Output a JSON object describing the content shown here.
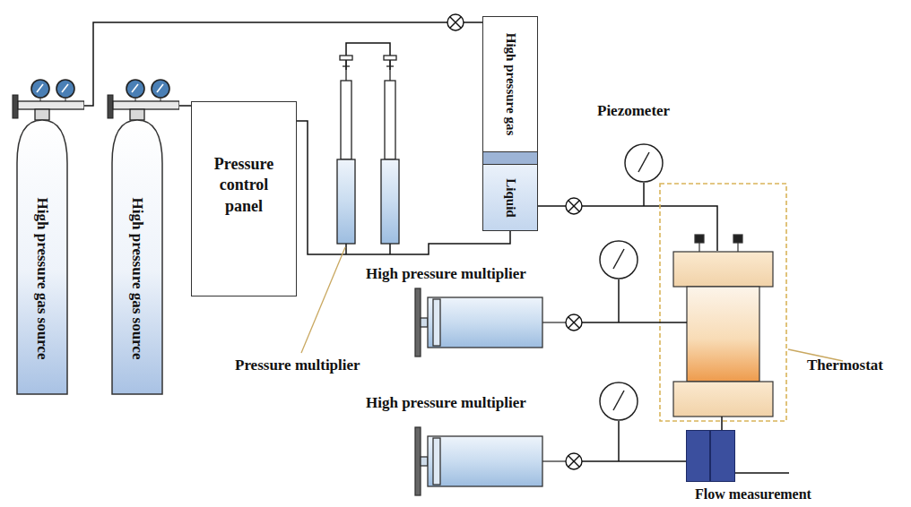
{
  "diagram": {
    "nodes": [
      {
        "text": [
          "High pressure gas source"
        ]
      },
      {
        "text": [
          "High pressure gas source"
        ]
      },
      {
        "text": [
          "Pressure control panel"
        ]
      },
      {
        "text": [
          "High pressure gas",
          "Liquid"
        ]
      },
      {
        "text": [
          "Flow measurement"
        ]
      }
    ],
    "edges": [
      {
        "from": 0,
        "to": 3,
        "arrow": "none"
      },
      {
        "from": 1,
        "to": 2,
        "arrow": "none"
      }
    ],
    "labels": [
      "Piezometer",
      "High pressure multiplier",
      "Pressure multiplier",
      "High pressure multiplier",
      "Thermostat"
    ]
  }
}
